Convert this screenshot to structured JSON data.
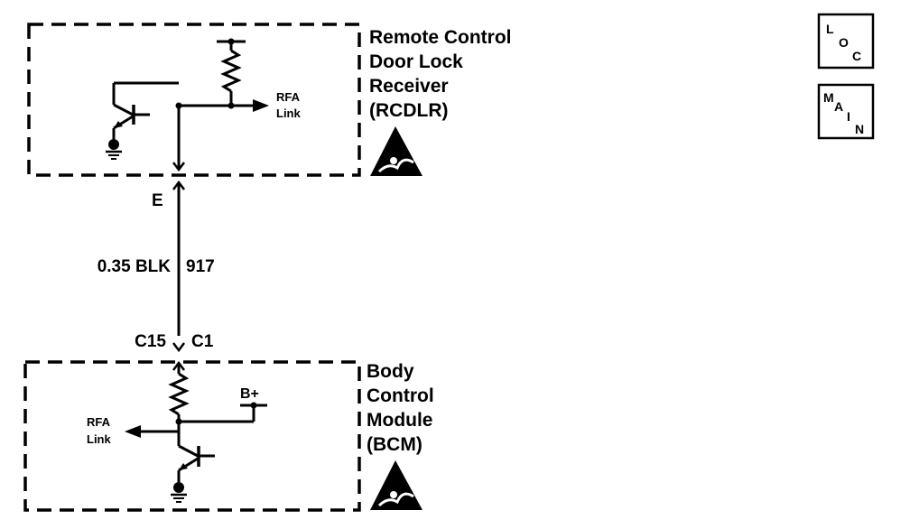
{
  "rcdlr": {
    "label": [
      "Remote Control",
      "Door Lock",
      "Receiver",
      "(RCDLR)"
    ],
    "link": [
      "RFA",
      "Link"
    ]
  },
  "bcm": {
    "label": [
      "Body",
      "Control",
      "Module",
      "(BCM)"
    ],
    "link": [
      "RFA",
      "Link"
    ],
    "supply": "B+"
  },
  "wire": {
    "connector_top": "E",
    "size_color": "0.35 BLK",
    "circuit": "917",
    "connector_bottom_left": "C15",
    "connector_bottom_right": "C1"
  },
  "nav": {
    "loc": [
      "L",
      "O",
      "C"
    ],
    "main": [
      "M",
      "A",
      "I",
      "N"
    ]
  },
  "colors": {
    "ink": "#000000",
    "background": "#ffffff"
  },
  "icons": [
    "esd-warning-icon",
    "ground-icon",
    "transistor-icon",
    "resistor-icon",
    "arrow-icon"
  ]
}
